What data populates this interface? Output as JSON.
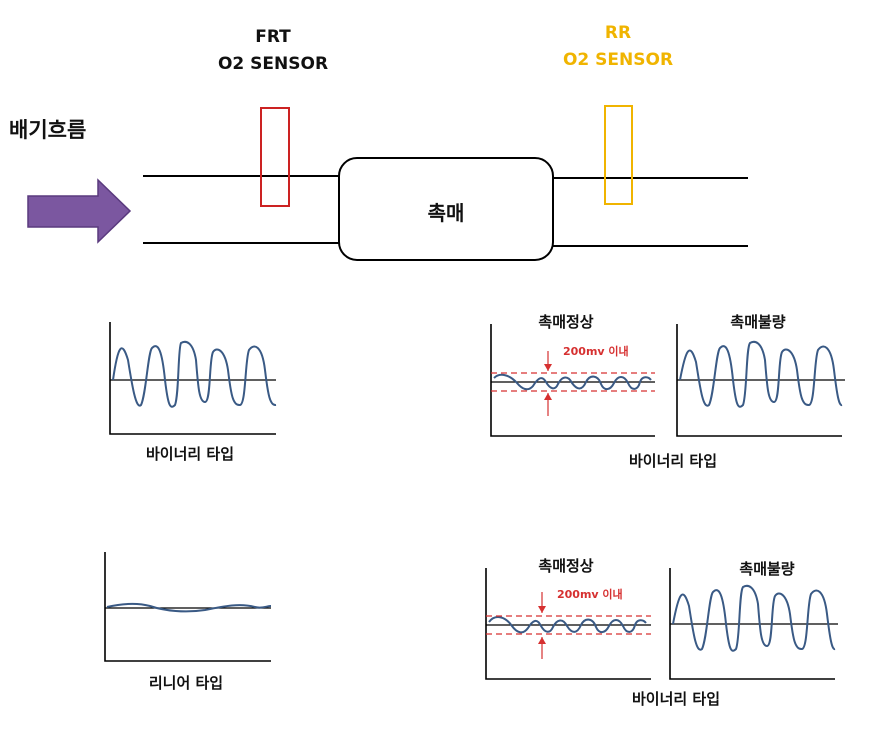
{
  "top": {
    "exhaust_flow_label": "배기흐름",
    "front_sensor": {
      "line1": "FRT",
      "line2": "O2 SENSOR",
      "color": "#111111",
      "box_color": "#cc2222"
    },
    "rear_sensor": {
      "line1": "RR",
      "line2": "O2 SENSOR",
      "color": "#f0b400",
      "box_color": "#f0b400"
    },
    "catalyst_label": "촉매",
    "arrow_color": "#7b57a0"
  },
  "panels": {
    "binary_front_caption": "바이너리 타입",
    "linear_front_caption": "리니어 타입",
    "binary_rear": {
      "normal_label": "촉매정상",
      "bad_label": "촉매불량",
      "band_label": "200mv 이내",
      "caption": "바이너리 타입"
    },
    "linear_rear": {
      "normal_label": "촉매정상",
      "bad_label": "촉매불량",
      "band_label": "200mv 이내",
      "caption": "바이너리 타입"
    },
    "wave_color": "#3a5a85",
    "band_color": "#d63030"
  }
}
